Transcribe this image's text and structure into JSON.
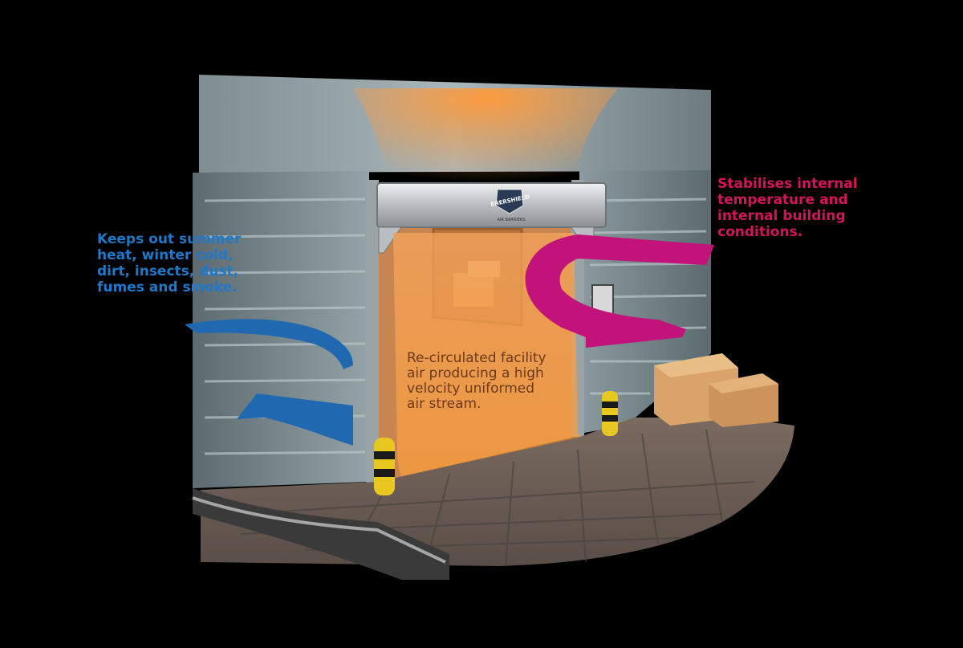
{
  "labels": {
    "left": "Keeps out summer\nheat, winter cold,\ndirt, insects, dust,\nfumes and smoke.",
    "right": "Stabilises internal\ntemperature and\ninternal building\nconditions.",
    "center": "Re-circulated facility\nair producing a high\nvelocity uniformed\nair stream."
  },
  "unit_badge": {
    "brand": "ENERSHIELD",
    "subtitle": "AIR BARRIERS"
  },
  "colors": {
    "outside_air": "#2069b0",
    "inside_air": "#c2137a",
    "air_stream": "#f59a3a",
    "left_text": "#1f78c8",
    "right_text": "#d4145a",
    "center_text": "#6b3a1a"
  }
}
